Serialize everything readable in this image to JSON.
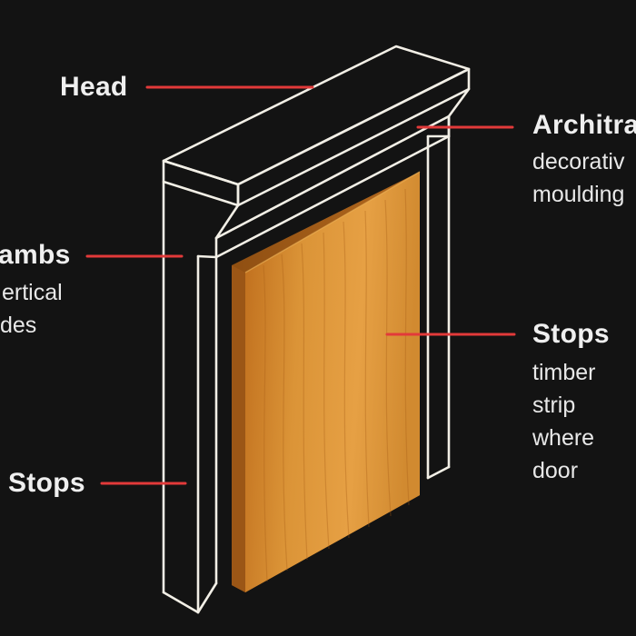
{
  "labels": {
    "head": {
      "title": "Head"
    },
    "architrave": {
      "title": "Architra",
      "desc_1": "decorativ",
      "desc_2": "moulding"
    },
    "jambs": {
      "title": "ambs",
      "desc_1": "ertical",
      "desc_2": "des"
    },
    "stops_left": {
      "title": "Stops"
    },
    "stops_right": {
      "title": "Stops",
      "desc_1": "timber",
      "desc_2": "strip",
      "desc_3": "where",
      "desc_4": "door"
    }
  },
  "colors": {
    "background": "#131313",
    "outline": "#f2efe6",
    "leader": "#e23a3a",
    "text": "#efefef",
    "wood_light": "#e29a38",
    "wood_dark": "#b86a1c"
  }
}
